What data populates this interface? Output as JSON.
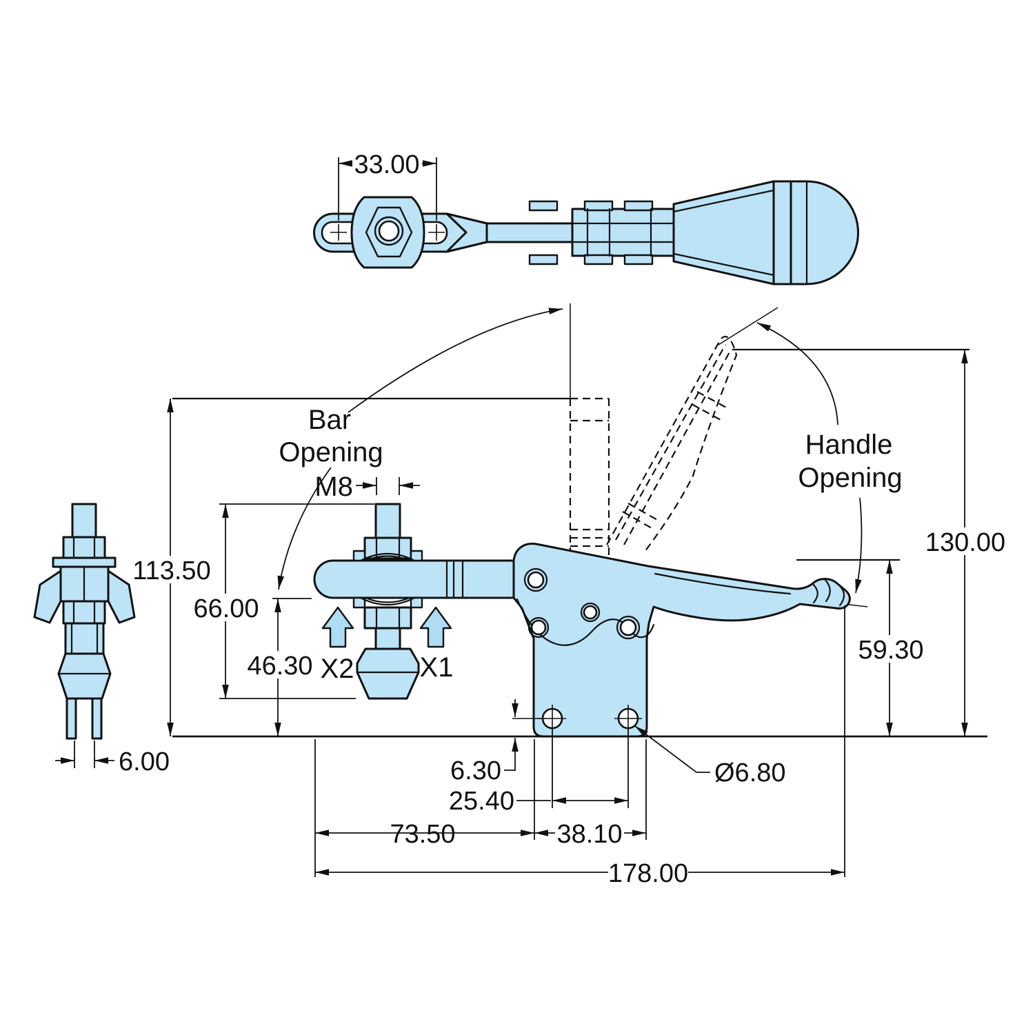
{
  "drawing": {
    "type": "toggle-clamp-technical-drawing",
    "colors": {
      "part_fill": "#BCE3F6",
      "accent_arrow_fill": "#AEDCF2",
      "line": "#111111",
      "background": "#FFFFFF"
    },
    "dims": {
      "top_width": "33.00",
      "overall_height": "113.50",
      "spindle_top_height": "66.00",
      "bar_bottom_height": "46.30",
      "bar_top_height": "59.30",
      "open_bar_height": "130.00",
      "prong_gap": "6.00",
      "hole_edge_offset": "6.30",
      "hole_spacing": "25.40",
      "front_section": "73.50",
      "base_width": "38.10",
      "overall_length": "178.00",
      "hole_diameter": "Ø6.80",
      "thread": "M8"
    },
    "labels": {
      "bar_opening_line1": "Bar",
      "bar_opening_line2": "Opening",
      "handle_opening_line1": "Handle",
      "handle_opening_line2": "Opening",
      "x1": "X1",
      "x2": "X2"
    }
  }
}
